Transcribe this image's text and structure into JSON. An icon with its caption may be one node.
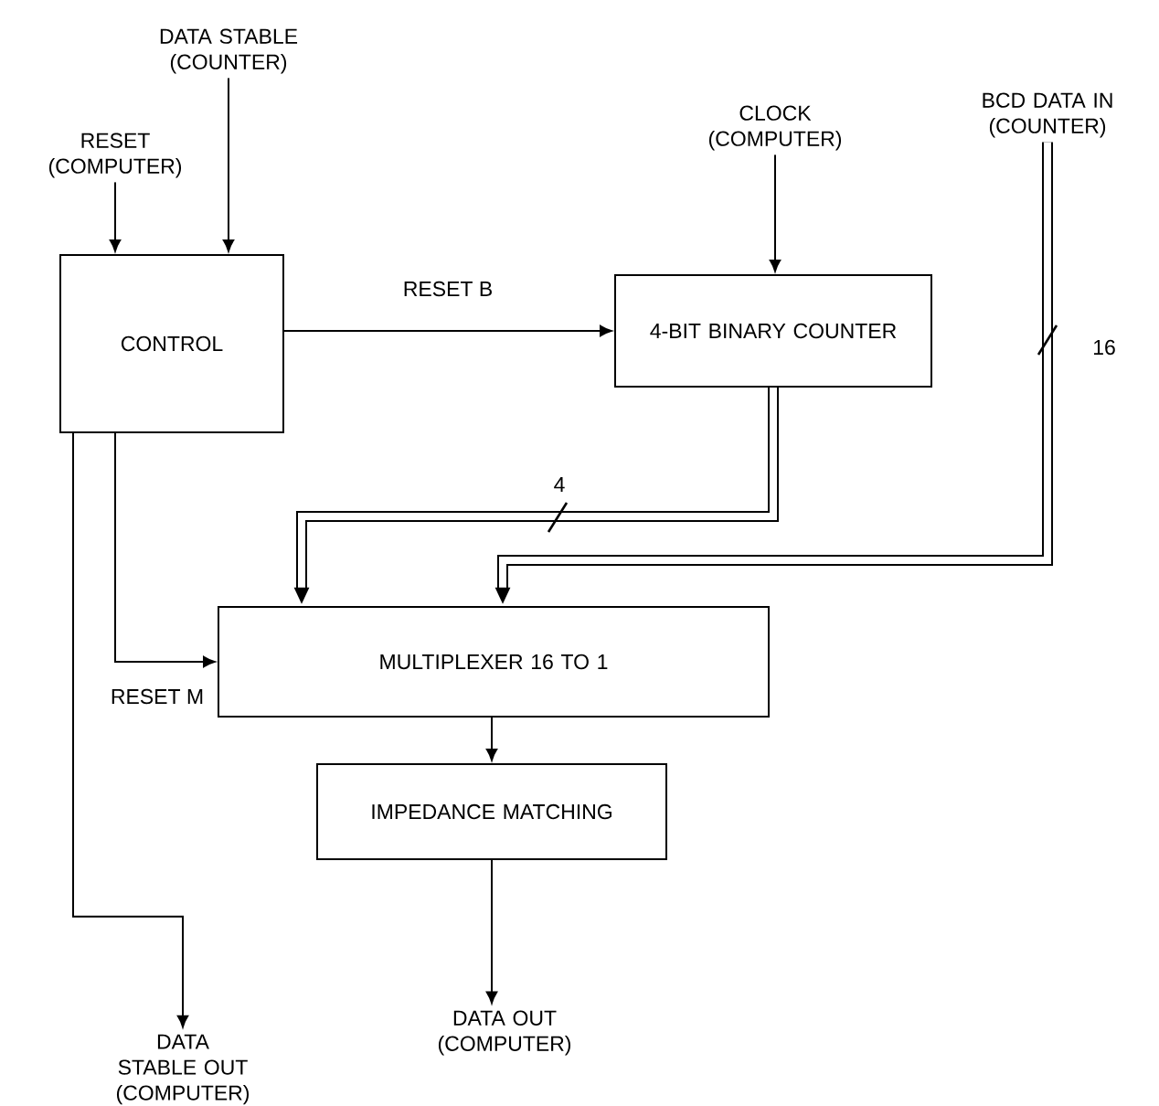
{
  "diagram": {
    "nodes": [
      {
        "text": [
          "RESET (COMPUTER)"
        ]
      },
      {
        "text": [
          "DATA STABLE (COUNTER)"
        ]
      },
      {
        "text": [
          "CONTROL"
        ]
      },
      {
        "text": [
          "CLOCK (COMPUTER)"
        ]
      },
      {
        "text": [
          "BCD DATA IN (COUNTER)"
        ]
      },
      {
        "text": [
          "4-BIT BINARY COUNTER"
        ]
      },
      {
        "text": [
          "MULTIPLEXER 16 TO 1"
        ]
      },
      {
        "text": [
          "IMPEDANCE MATCHING"
        ]
      },
      {
        "text": [
          "DATA STABLE OUT (COMPUTER)"
        ]
      },
      {
        "text": [
          "DATA OUT (COMPUTER)"
        ]
      }
    ],
    "edges": [
      {
        "from": 0,
        "to": 2,
        "arrow": "to"
      },
      {
        "from": 1,
        "to": 2,
        "arrow": "to"
      },
      {
        "from": 2,
        "to": 5,
        "arrow": "to",
        "label": "RESET B"
      },
      {
        "from": 3,
        "to": 5,
        "arrow": "to"
      },
      {
        "from": 5,
        "to": 6,
        "arrow": "to",
        "label": "4",
        "style": "thick"
      },
      {
        "from": 4,
        "to": 6,
        "arrow": "to",
        "label": "16",
        "style": "thick"
      },
      {
        "from": 2,
        "to": 6,
        "arrow": "to",
        "label": "RESET M"
      },
      {
        "from": 6,
        "to": 7,
        "arrow": "to"
      },
      {
        "from": 7,
        "to": 9,
        "arrow": "to"
      },
      {
        "from": 2,
        "to": 8,
        "arrow": "to"
      }
    ]
  }
}
